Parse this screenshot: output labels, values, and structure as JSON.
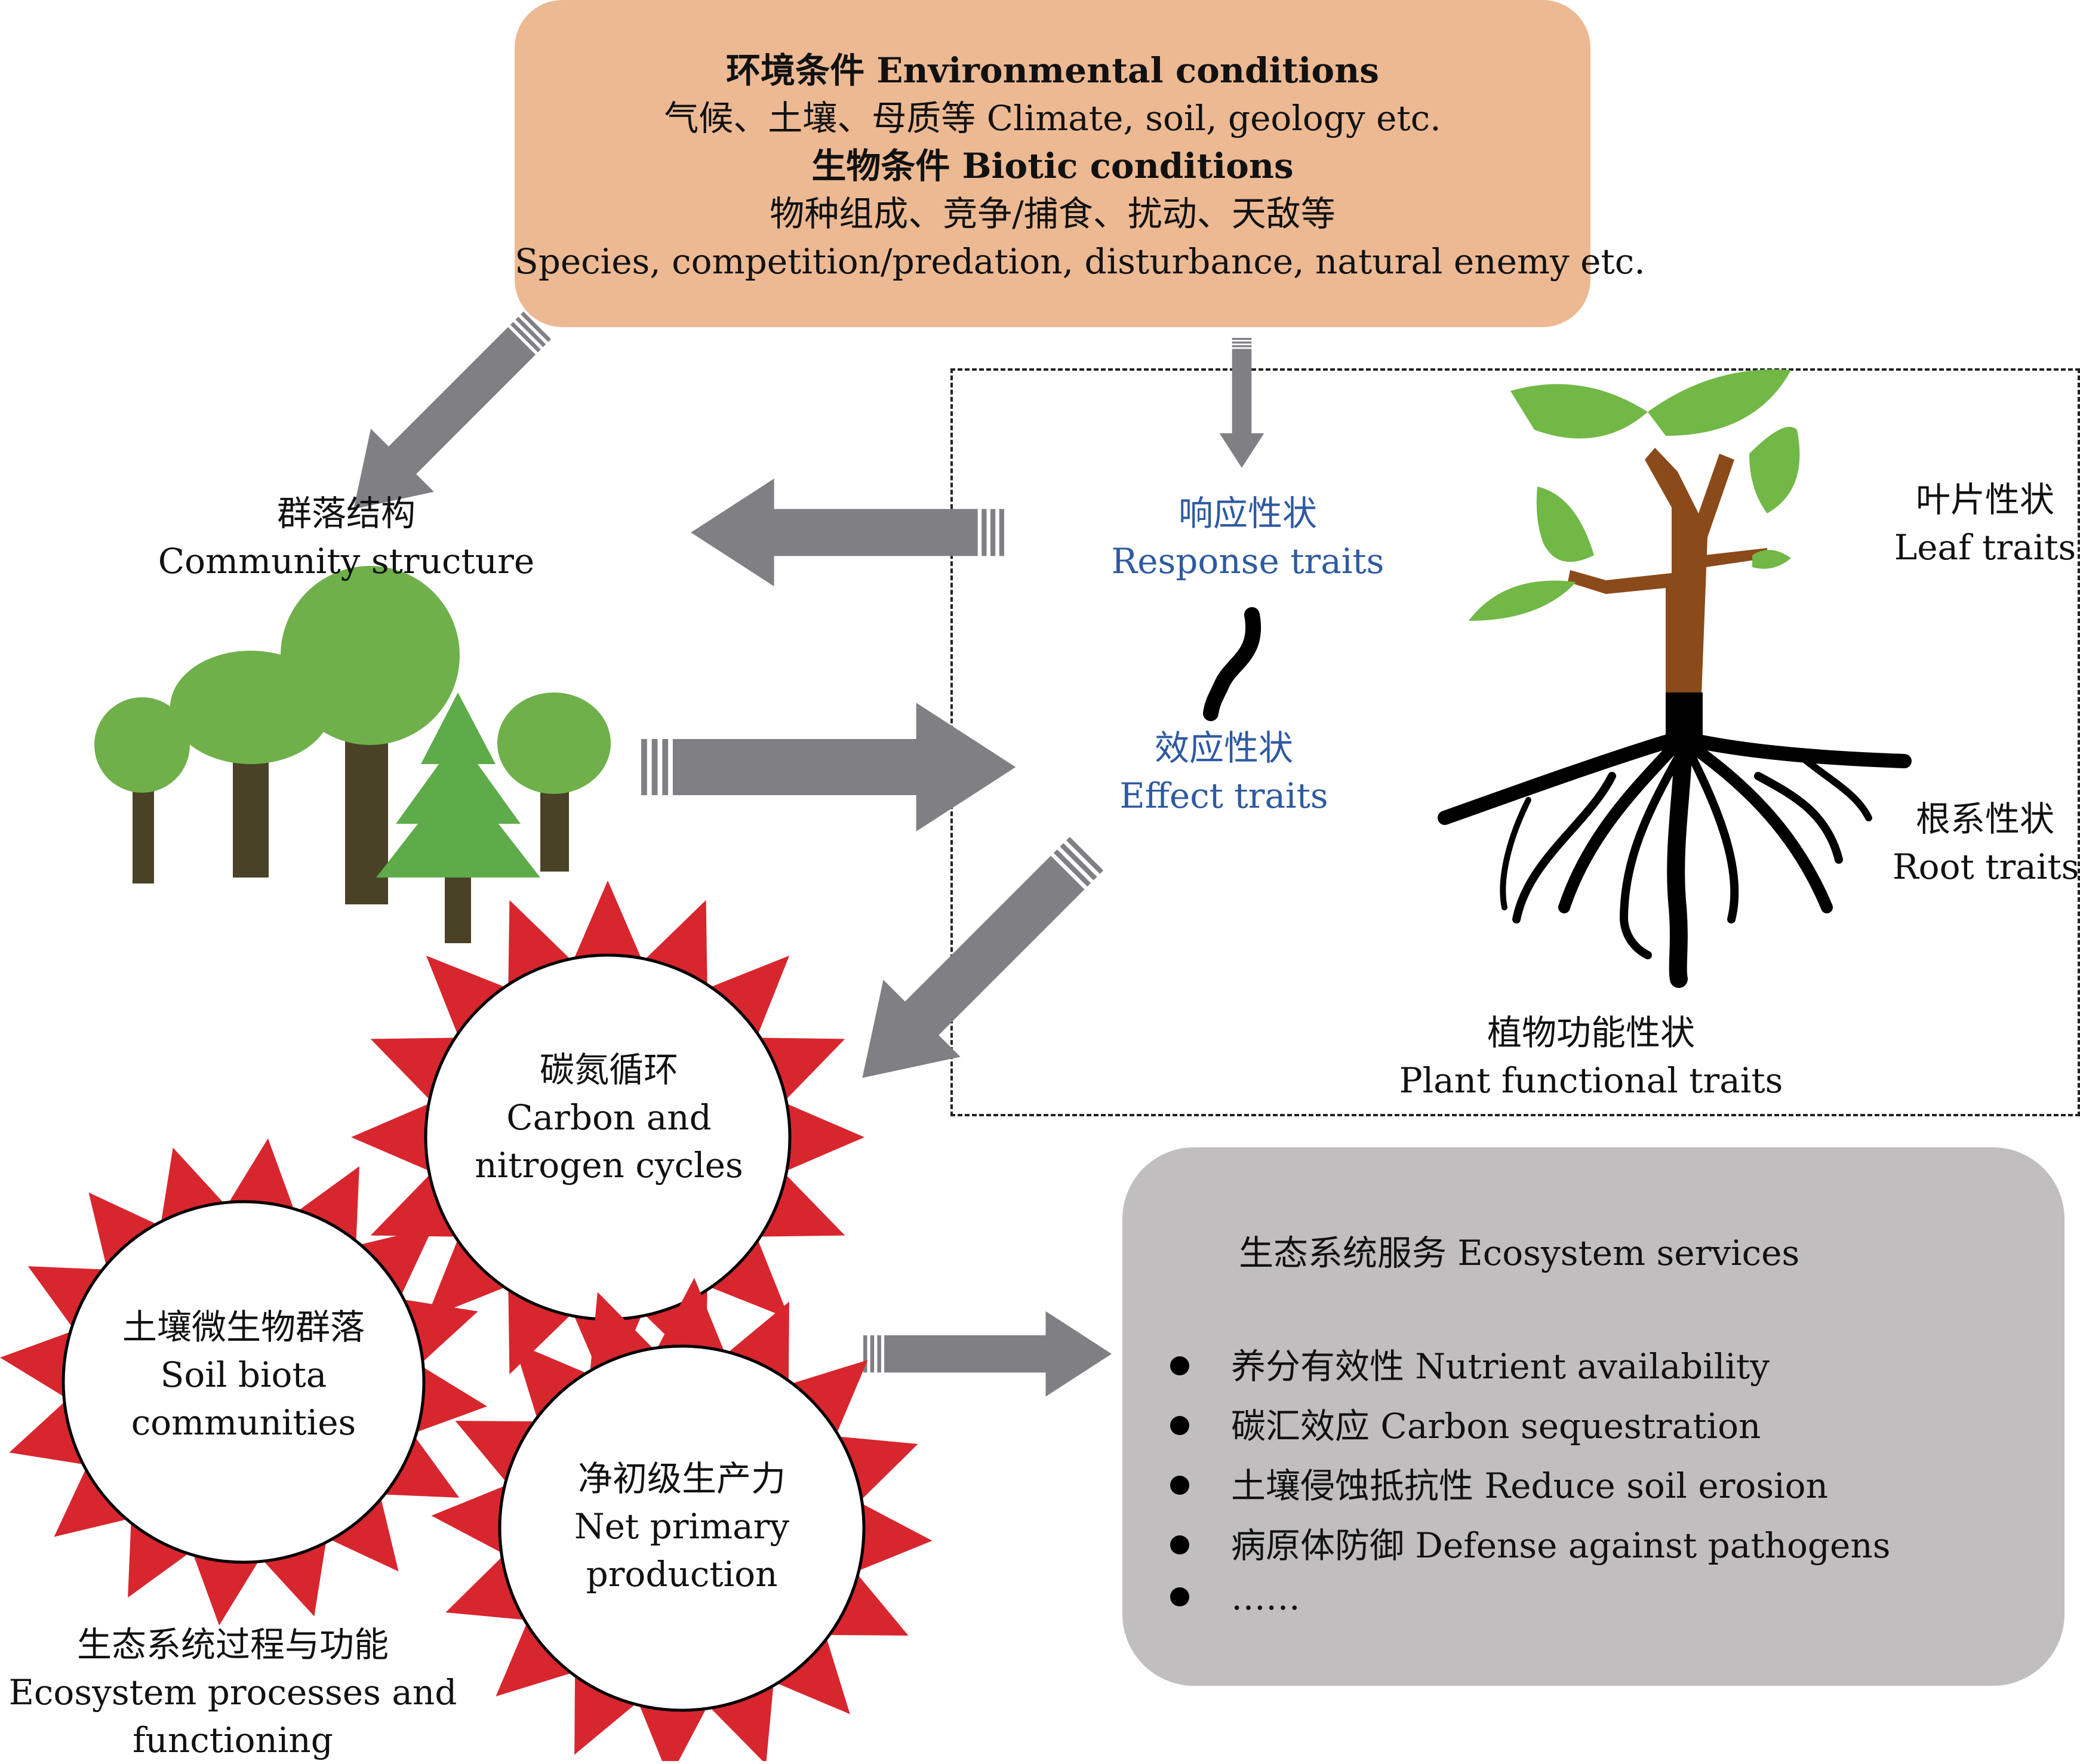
{
  "environment": {
    "title_env": "环境条件 Environmental conditions",
    "env_desc": "气候、土壤、母质等  Climate, soil, geology etc.",
    "title_bio": "生物条件 Biotic conditions",
    "bio_desc_cn": "物种组成、竞争/捕食、扰动、天敌等",
    "bio_desc_en": "Species, competition/predation, disturbance, natural enemy etc."
  },
  "community": {
    "cn": "群落结构",
    "en": "Community structure"
  },
  "traits": {
    "response_cn": "响应性状",
    "response_en": "Response traits",
    "effect_cn": "效应性状",
    "effect_en": "Effect traits",
    "leaf_cn": "叶片性状",
    "leaf_en": "Leaf traits",
    "root_cn": "根系性状",
    "root_en": "Root traits",
    "plant_cn": "植物功能性状",
    "plant_en": "Plant functional traits"
  },
  "processes": {
    "cn_cycles": "碳氮循环",
    "en_cycles_1": "Carbon and",
    "en_cycles_2": "nitrogen cycles",
    "cn_soil": "土壤微生物群落",
    "en_soil_1": "Soil biota",
    "en_soil_2": "communities",
    "cn_npp": "净初级生产力",
    "en_npp_1": "Net primary",
    "en_npp_2": "production",
    "title_cn": "生态系统过程与功能",
    "title_en_1": "Ecosystem processes and",
    "title_en_2": "functioning"
  },
  "services": {
    "title": "生态系统服务 Ecosystem services",
    "items": [
      "养分有效性 Nutrient availability",
      "碳汇效应 Carbon sequestration",
      "土壤侵蚀抵抗性 Reduce soil erosion",
      "病原体防御 Defense against pathogens",
      "……"
    ]
  },
  "colors": {
    "env_box": "#ecb993",
    "services_box": "#c1bebf",
    "arrow_gray": "#808084",
    "tree_green": "#6fb04a",
    "pine_green": "#5eab4a",
    "trunk": "#4a4226",
    "gear_red": "#d8262e",
    "leaf_green": "#72b847",
    "plant_stem": "#8b4a1a",
    "trait_blue": "#2e5aa0"
  }
}
